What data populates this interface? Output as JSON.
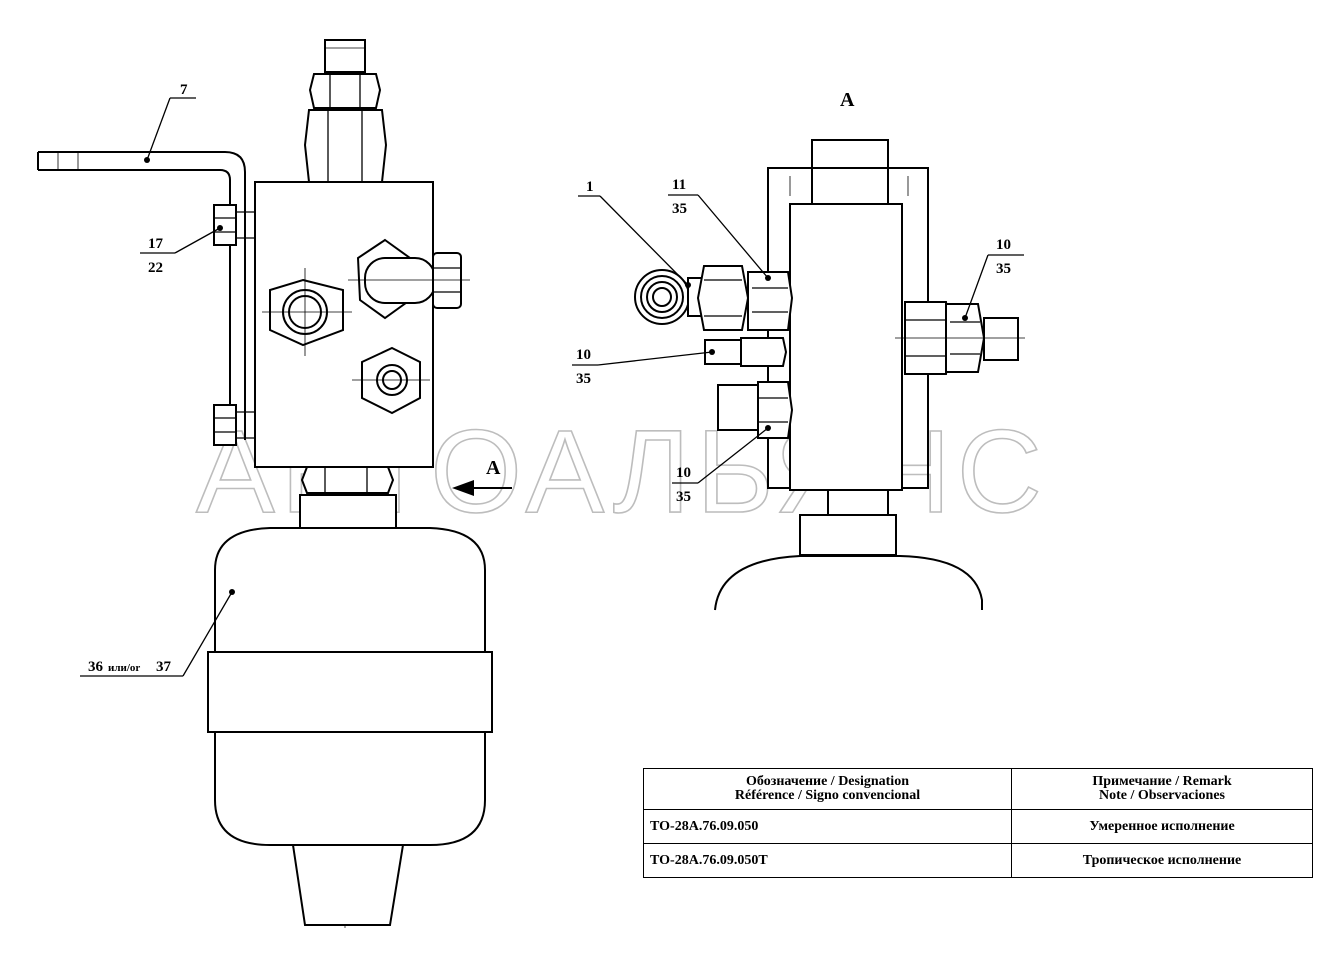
{
  "view_label": "A",
  "arrow_label": "A",
  "watermark": "АВТОАЛЬЯНС",
  "callouts": {
    "c7": "7",
    "c17_top": "17",
    "c17_bottom": "22",
    "c36": "36",
    "c36_sep": "или/or",
    "c37": "37",
    "c1": "1",
    "c11_top": "11",
    "c11_bottom": "35",
    "c10a_top": "10",
    "c10a_bottom": "35",
    "c10b_top": "10",
    "c10b_bottom": "35",
    "c10c_top": "10",
    "c10c_bottom": "35"
  },
  "table": {
    "header": {
      "designation_line1": "Обозначение / Designation",
      "designation_line2": "Référence / Signo convencional",
      "remark_line1": "Примечание / Remark",
      "remark_line2": "Note / Observaciones"
    },
    "rows": [
      {
        "designation": "ТО-28А.76.09.050",
        "remark": "Умеренное исполнение"
      },
      {
        "designation": "ТО-28А.76.09.050Т",
        "remark": "Тропическое исполнение"
      }
    ]
  }
}
